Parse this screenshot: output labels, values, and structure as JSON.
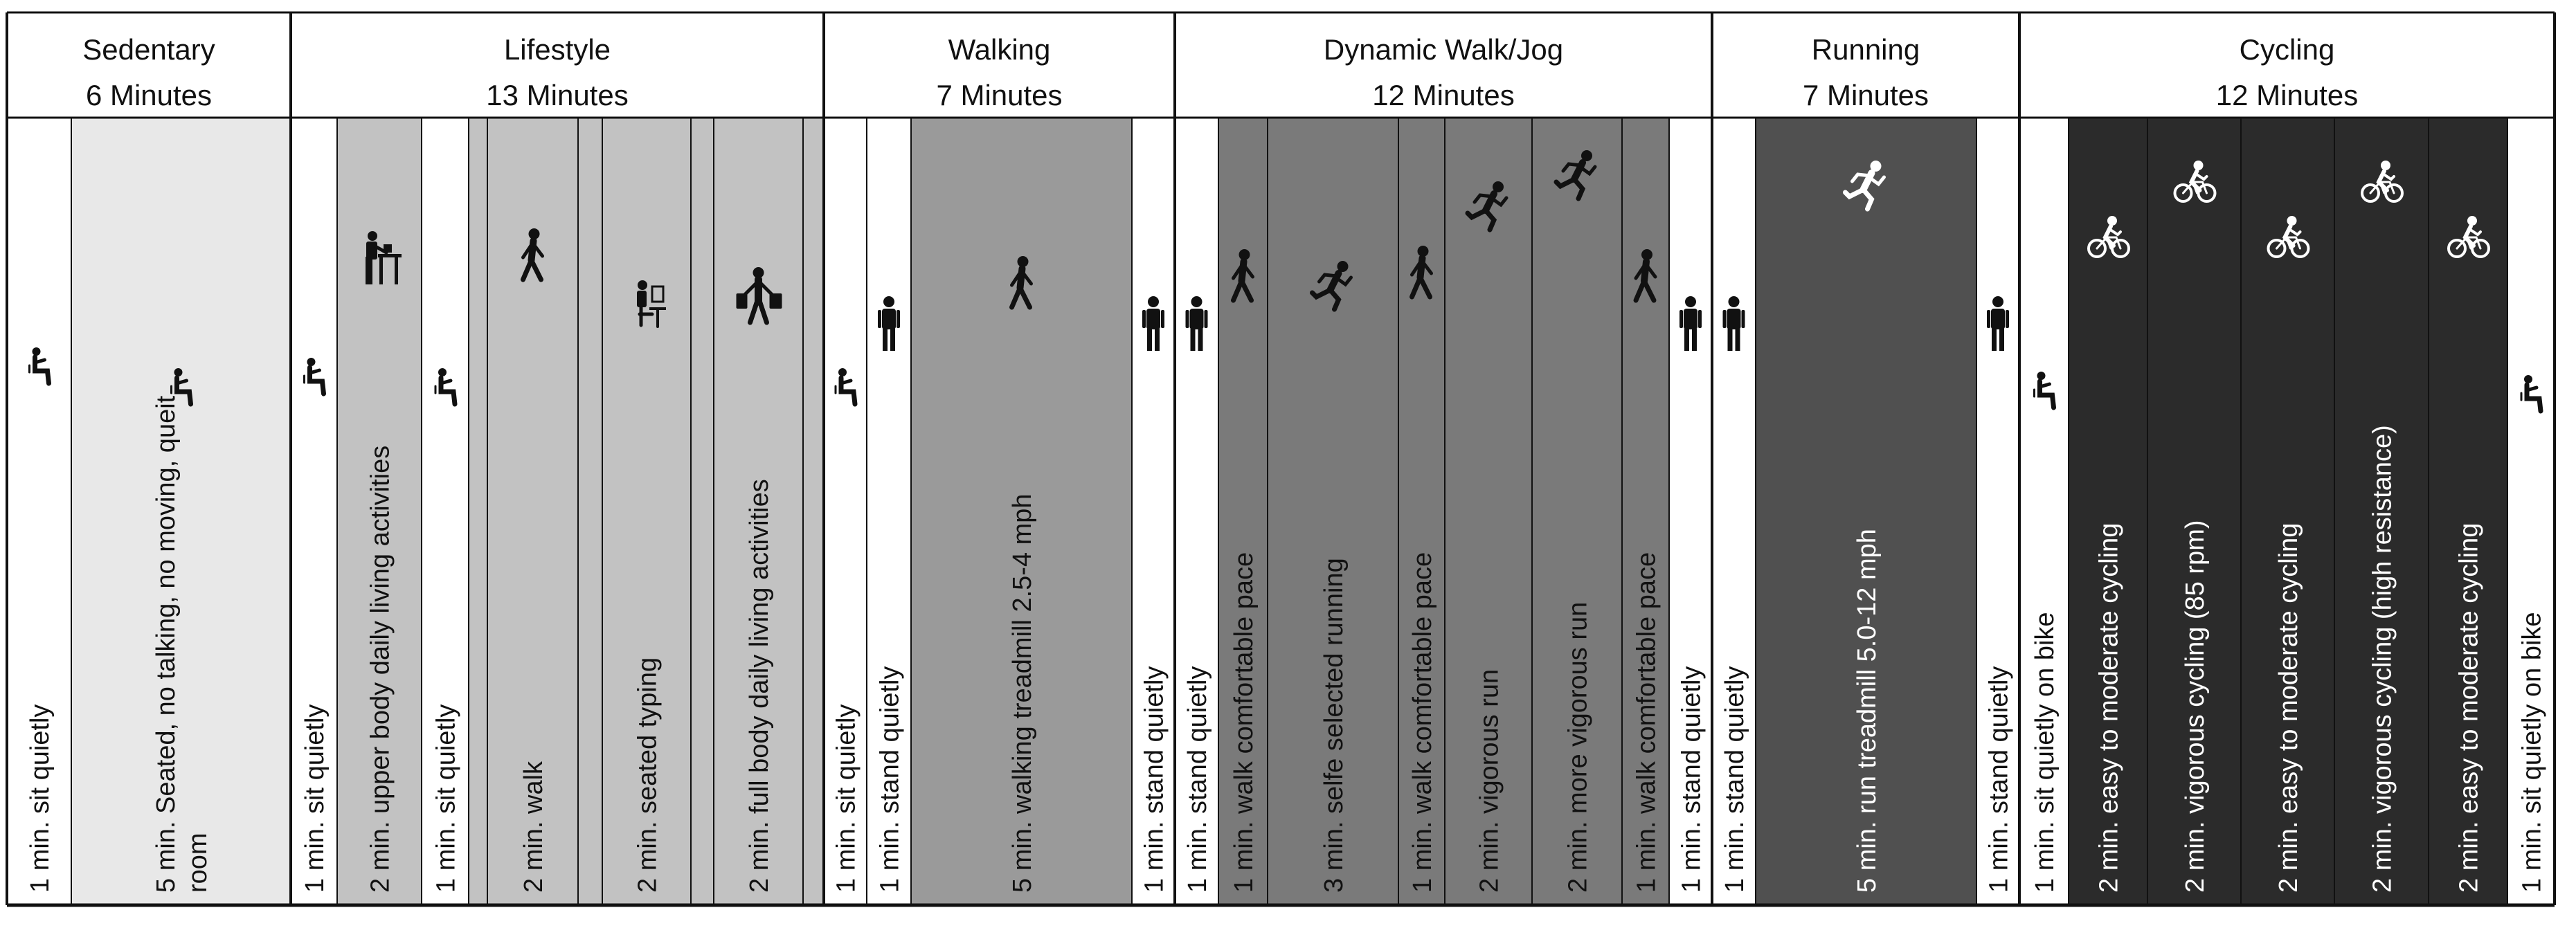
{
  "colors": {
    "white": "#ffffff",
    "light": "#e8e8e8",
    "mid_light": "#c2c2c2",
    "mid": "#9a9a9a",
    "mid_dark": "#7a7a7a",
    "dark": "#505050",
    "darkest": "#2b2b2b",
    "ink": "#111111",
    "ink_inverse": "#ffffff"
  },
  "groups": [
    {
      "title": "Sedentary",
      "duration": "6 Minutes"
    },
    {
      "title": "Lifestyle",
      "duration": "13 Minutes"
    },
    {
      "title": "Walking",
      "duration": "7 Minutes"
    },
    {
      "title": "Dynamic Walk/Jog",
      "duration": "12 Minutes"
    },
    {
      "title": "Running",
      "duration": "7 Minutes"
    },
    {
      "title": "Cycling",
      "duration": "12 Minutes"
    }
  ],
  "activities": [
    {
      "label": "1 min. sit quietly",
      "fill": "white",
      "icon": "seated-person-icon"
    },
    {
      "label": "5 min. Seated, no talking, no moving, queit room",
      "fill": "light",
      "icon": "seated-person-icon"
    },
    {
      "label": "1 min. sit quietly",
      "fill": "white",
      "icon": "seated-person-icon"
    },
    {
      "label": "2 min. upper body daily living activities",
      "fill": "mid_light",
      "icon": "desk-worker-icon"
    },
    {
      "label": "1 min. sit quietly",
      "fill": "white",
      "icon": "seated-person-icon"
    },
    {
      "label": "",
      "fill": "mid_light",
      "icon": ""
    },
    {
      "label": "2 min. walk",
      "fill": "mid_light",
      "icon": "walking-person-icon"
    },
    {
      "label": "",
      "fill": "mid_light",
      "icon": ""
    },
    {
      "label": "2 min. seated typing",
      "fill": "mid_light",
      "icon": "typing-person-icon"
    },
    {
      "label": "",
      "fill": "mid_light",
      "icon": ""
    },
    {
      "label": "2 min. full body daily living activities",
      "fill": "mid_light",
      "icon": "shopping-person-icon"
    },
    {
      "label": "",
      "fill": "mid_light",
      "icon": ""
    },
    {
      "label": "1 min. sit quietly",
      "fill": "white",
      "icon": "seated-person-icon"
    },
    {
      "label": "1 min. stand quietly",
      "fill": "white",
      "icon": "standing-person-icon"
    },
    {
      "label": "5 min. walking treadmill 2.5-4 mph",
      "fill": "mid",
      "icon": "walking-person-icon"
    },
    {
      "label": "1 min. stand quietly",
      "fill": "white",
      "icon": "standing-person-icon"
    },
    {
      "label": "1 min. stand quietly",
      "fill": "white",
      "icon": "standing-person-icon"
    },
    {
      "label": "1 min. walk comfortable pace",
      "fill": "mid_dark",
      "icon": "walking-person-icon"
    },
    {
      "label": "3 min. selfe selected running",
      "fill": "mid_dark",
      "icon": "running-person-icon"
    },
    {
      "label": "1 min. walk comfortable pace",
      "fill": "mid_dark",
      "icon": "walking-person-icon"
    },
    {
      "label": "2 min. vigorous run",
      "fill": "mid_dark",
      "icon": "running-person-icon"
    },
    {
      "label": "2 min. more vigorous run",
      "fill": "mid_dark",
      "icon": "running-person-icon"
    },
    {
      "label": "1 min. walk comfortable pace",
      "fill": "mid_dark",
      "icon": "walking-person-icon"
    },
    {
      "label": "1 min. stand quietly",
      "fill": "white",
      "icon": "standing-person-icon"
    },
    {
      "label": "1 min. stand quietly",
      "fill": "white",
      "icon": "standing-person-icon"
    },
    {
      "label": "5 min. run treadmill 5.0-12 mph",
      "fill": "dark",
      "icon": "running-person-icon"
    },
    {
      "label": "1 min. stand quietly",
      "fill": "white",
      "icon": "standing-person-icon"
    },
    {
      "label": "1 min. sit quietly on bike",
      "fill": "white",
      "icon": "seated-person-icon"
    },
    {
      "label": "2 min. easy to moderate cycling",
      "fill": "darkest",
      "icon": "cyclist-icon"
    },
    {
      "label": "2 min. vigorous cycling (85 rpm)",
      "fill": "darkest",
      "icon": "cyclist-icon"
    },
    {
      "label": "2 min. easy to moderate cycling",
      "fill": "darkest",
      "icon": "cyclist-icon"
    },
    {
      "label": "2 min. vigorous cycling (high resistance)",
      "fill": "darkest",
      "icon": "cyclist-icon"
    },
    {
      "label": "2 min. easy to moderate cycling",
      "fill": "darkest",
      "icon": "cyclist-icon"
    },
    {
      "label": "1 min. sit quietly on bike",
      "fill": "white",
      "icon": "seated-person-icon"
    }
  ]
}
